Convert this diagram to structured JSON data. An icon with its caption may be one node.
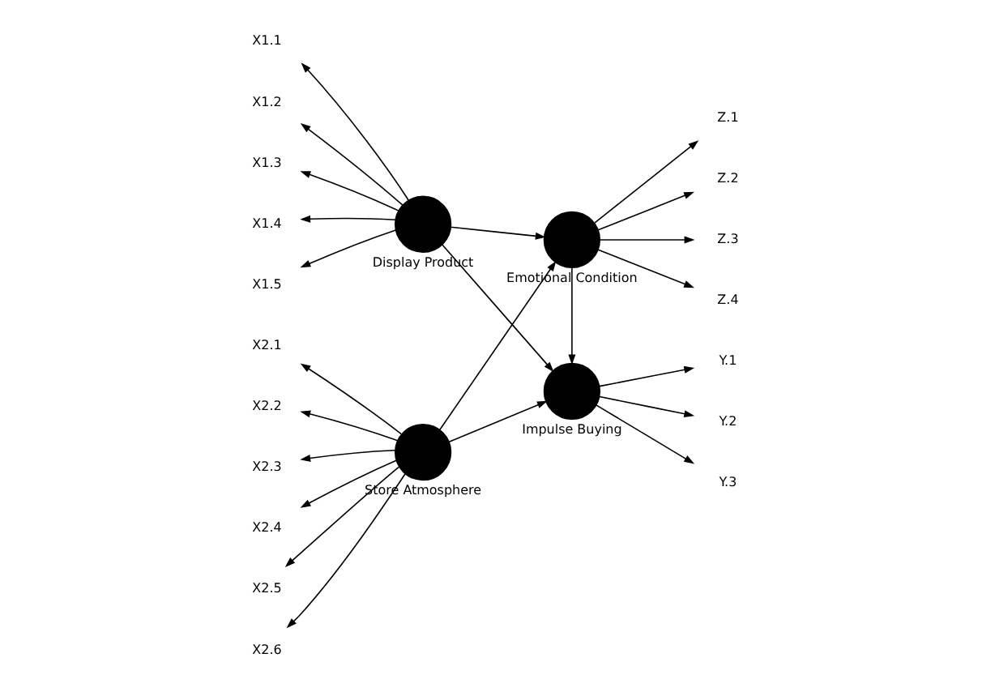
{
  "diagram": {
    "nodes": [
      {
        "text": [],
        "shape": "circle",
        "beside": [
          "Display Product"
        ]
      },
      {
        "text": [],
        "shape": "circle",
        "beside": [
          "Emotional Condition"
        ]
      },
      {
        "text": [],
        "shape": "circle",
        "beside": [
          "Store Atmosphere"
        ]
      },
      {
        "text": [],
        "shape": "circle",
        "beside": [
          "Impulse Buying"
        ]
      },
      {
        "text": [
          "X1.1"
        ]
      },
      {
        "text": [
          "X1.2"
        ]
      },
      {
        "text": [
          "X1.3"
        ]
      },
      {
        "text": [
          "X1.4"
        ]
      },
      {
        "text": [
          "X1.5"
        ]
      },
      {
        "text": [
          "Z.1"
        ]
      },
      {
        "text": [
          "Z.2"
        ]
      },
      {
        "text": [
          "Z.3"
        ]
      },
      {
        "text": [
          "Z.4"
        ]
      },
      {
        "text": [
          "X2.1"
        ]
      },
      {
        "text": [
          "X2.2"
        ]
      },
      {
        "text": [
          "X2.3"
        ]
      },
      {
        "text": [
          "X2.4"
        ]
      },
      {
        "text": [
          "X2.5"
        ]
      },
      {
        "text": [
          "X2.6"
        ]
      },
      {
        "text": [
          "Y.1"
        ]
      },
      {
        "text": [
          "Y.2"
        ]
      },
      {
        "text": [
          "Y.3"
        ]
      }
    ],
    "edges": [
      {
        "from": 0,
        "to": 4,
        "arrow": "to"
      },
      {
        "from": 0,
        "to": 5,
        "arrow": "to"
      },
      {
        "from": 0,
        "to": 6,
        "arrow": "to"
      },
      {
        "from": 0,
        "to": 7,
        "arrow": "to"
      },
      {
        "from": 0,
        "to": 8,
        "arrow": "to"
      },
      {
        "from": 0,
        "to": 1,
        "arrow": "to"
      },
      {
        "from": 0,
        "to": 3,
        "arrow": "to"
      },
      {
        "from": 1,
        "to": 9,
        "arrow": "to"
      },
      {
        "from": 1,
        "to": 10,
        "arrow": "to"
      },
      {
        "from": 1,
        "to": 11,
        "arrow": "to"
      },
      {
        "from": 1,
        "to": 12,
        "arrow": "to"
      },
      {
        "from": 1,
        "to": 3,
        "arrow": "to"
      },
      {
        "from": 2,
        "to": 1,
        "arrow": "to"
      },
      {
        "from": 2,
        "to": 3,
        "arrow": "to"
      },
      {
        "from": 2,
        "to": 13,
        "arrow": "to"
      },
      {
        "from": 2,
        "to": 14,
        "arrow": "to"
      },
      {
        "from": 2,
        "to": 15,
        "arrow": "to"
      },
      {
        "from": 2,
        "to": 16,
        "arrow": "to"
      },
      {
        "from": 2,
        "to": 17,
        "arrow": "to"
      },
      {
        "from": 2,
        "to": 18,
        "arrow": "to"
      },
      {
        "from": 3,
        "to": 19,
        "arrow": "to"
      },
      {
        "from": 3,
        "to": 20,
        "arrow": "to"
      },
      {
        "from": 3,
        "to": 21,
        "arrow": "to"
      }
    ]
  }
}
